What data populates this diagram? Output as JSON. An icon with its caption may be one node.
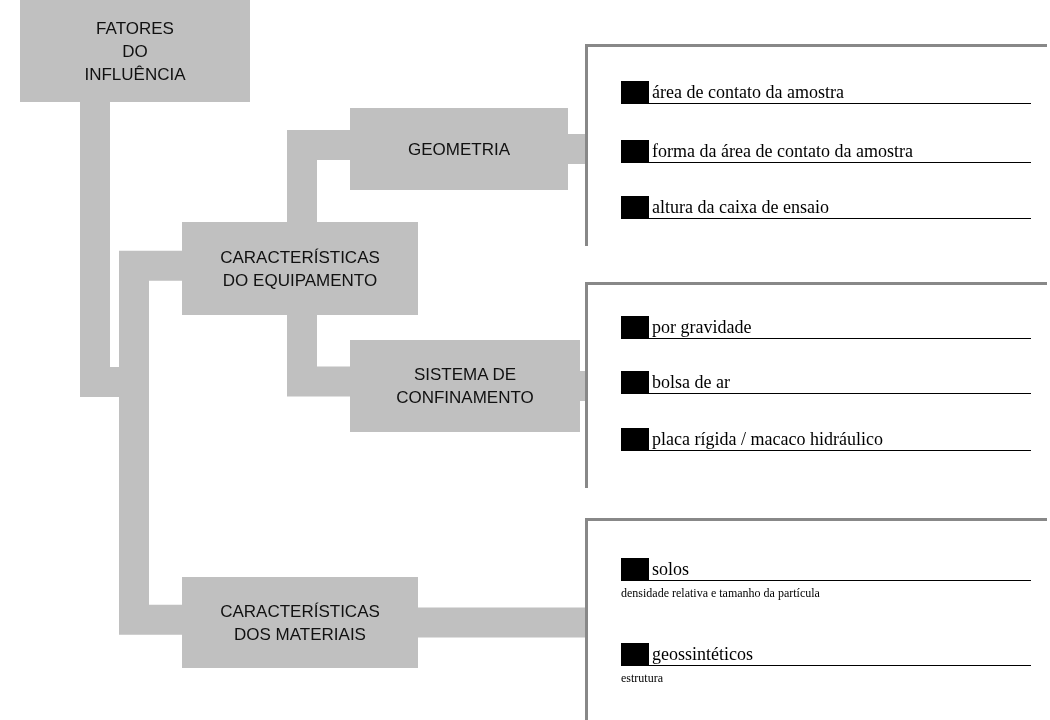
{
  "diagram": {
    "nodes": [
      {
        "text": [
          "FATORES DO INFLUÊNCIA"
        ]
      },
      {
        "text": [
          "GEOMETRIA"
        ]
      },
      {
        "text": [],
        "shape": "box"
      },
      {
        "text": [
          "área de contato da amostra"
        ],
        "in": 2
      },
      {
        "text": [
          "forma da área de contato da amostra"
        ],
        "in": 2
      },
      {
        "text": [
          "altura da caixa de ensaio"
        ],
        "in": 2
      },
      {
        "text": [
          "CARACTERÍSTICAS DO EQUIPAMENTO"
        ]
      },
      {
        "text": [
          "SISTEMA DE CONFINAMENTO"
        ]
      },
      {
        "text": [],
        "shape": "box"
      },
      {
        "text": [
          "por gravidade"
        ],
        "in": 8
      },
      {
        "text": [
          "bolsa de ar"
        ],
        "in": 8
      },
      {
        "text": [
          "placa rígida / macaco hidráulico"
        ],
        "in": 8
      },
      {
        "text": [
          "CARACTERÍSTICAS DOS MATERIAIS"
        ]
      },
      {
        "text": [],
        "shape": "box"
      },
      {
        "text": [
          "solos",
          "densidade relativa e tamanho da partícula"
        ],
        "in": 13
      },
      {
        "text": [
          "geossintéticos",
          "estrutura"
        ],
        "in": 13
      }
    ],
    "edges": [
      {
        "from": 0,
        "to": 6,
        "arrow": "none"
      },
      {
        "from": 0,
        "to": 12,
        "arrow": "none"
      },
      {
        "from": 6,
        "to": 1,
        "arrow": "none"
      },
      {
        "from": 6,
        "to": 7,
        "arrow": "none"
      },
      {
        "from": 1,
        "to": 2,
        "arrow": "none"
      },
      {
        "from": 7,
        "to": 8,
        "arrow": "none"
      },
      {
        "from": 12,
        "to": 13,
        "arrow": "none"
      }
    ]
  }
}
